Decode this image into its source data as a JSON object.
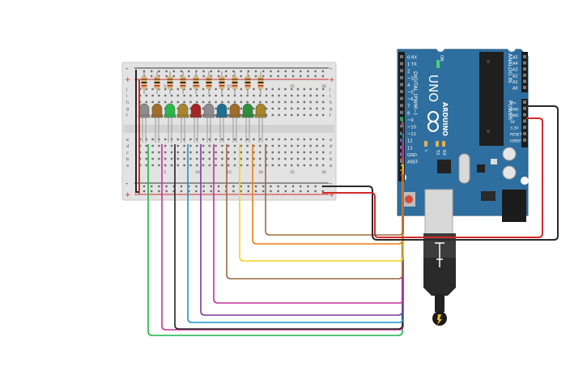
{
  "breadboard": {
    "column_numbers": [
      "1",
      "5",
      "10",
      "15",
      "20",
      "25",
      "30"
    ],
    "row_letters_top": [
      "j",
      "i",
      "h",
      "g",
      "f"
    ],
    "row_letters_bottom": [
      "e",
      "d",
      "c",
      "b",
      "a"
    ],
    "rail_plus": "+",
    "rail_minus": "-"
  },
  "leds": [
    {
      "color": "#8c8c8c"
    },
    {
      "color": "#a06d2a"
    },
    {
      "color": "#2bb84a"
    },
    {
      "color": "#a8862e"
    },
    {
      "color": "#a82424"
    },
    {
      "color": "#8c8c8c"
    },
    {
      "color": "#1f6f94"
    },
    {
      "color": "#a06d2a"
    },
    {
      "color": "#2f8f3a"
    },
    {
      "color": "#a8862e"
    }
  ],
  "wires": [
    {
      "color": "#1db44a"
    },
    {
      "color": "#c8319b"
    },
    {
      "color": "#222222"
    },
    {
      "color": "#1f93d1"
    },
    {
      "color": "#7d3aa0"
    },
    {
      "color": "#c8319b"
    },
    {
      "color": "#9b6a3f"
    },
    {
      "color": "#f2d21c"
    },
    {
      "color": "#ef7d17"
    },
    {
      "color": "#9b6a3f"
    }
  ],
  "arduino": {
    "board_color": "#2f6f9f",
    "model": "UNO",
    "brand": "ARDUINO",
    "digital_label": "DIGITAL (PWM~)",
    "analog_label": "ANALOG IN",
    "power_label": "POWER",
    "on_label": "ON",
    "l_label": "L",
    "tx_label": "TX",
    "rx_label": "RX",
    "digital_pins": [
      "0 RX",
      "1 TX",
      "2",
      "~3",
      "4",
      "~5",
      "~6",
      "7",
      "8",
      "~9",
      "~10",
      "~11",
      "12",
      "13",
      "GND",
      "AREF"
    ],
    "analog_pins": [
      "A0",
      "A1",
      "A2",
      "A3",
      "A4",
      "A5"
    ],
    "power_pins": [
      "IOREF",
      "RESET",
      "3.3V",
      "5V",
      "GND",
      "GND",
      "Vin"
    ]
  }
}
